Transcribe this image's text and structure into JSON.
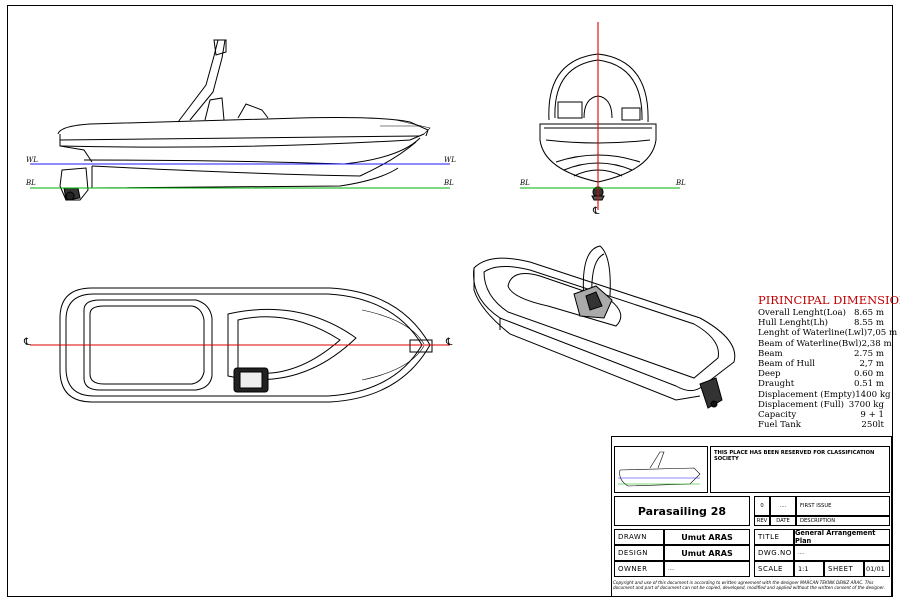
{
  "drawing": {
    "side_view": {
      "wl_left": "WL",
      "wl_right": "WL",
      "bl_left": "BL",
      "bl_right": "BL"
    },
    "front_view": {
      "bl_left": "BL",
      "bl_right": "BL",
      "centerline": "℄"
    },
    "top_view": {
      "centerline_left": "℄",
      "centerline_right": "℄"
    }
  },
  "dimensions": {
    "title": "PIRINCIPAL DIMENSIONS",
    "rows": [
      {
        "label": "Overall Lenght(Loa)",
        "value": "8.65 m"
      },
      {
        "label": "Hull Lenght(Lh)",
        "value": "8.55 m"
      },
      {
        "label": "Lenght of Waterline(Lwl)",
        "value": "7,05 m"
      },
      {
        "label": "Beam of Waterline(Bwl)",
        "value": "2,38 m"
      },
      {
        "label": "Beam",
        "value": "2.75 m"
      },
      {
        "label": "Beam of Hull",
        "value": "2,7 m"
      },
      {
        "label": "Deep",
        "value": "0.60 m"
      },
      {
        "label": "Draught",
        "value": "0.51 m"
      },
      {
        "label": "Displacement (Empty)",
        "value": "1400 kg"
      },
      {
        "label": "Displacement (Full)",
        "value": "3700 kg"
      },
      {
        "label": "Capacity",
        "value": "9 + 1"
      },
      {
        "label": "Fuel Tank",
        "value": "250lt"
      }
    ]
  },
  "title_block": {
    "reserved_note": "THIS PLACE HAS BEEN RESERVED FOR CLASSIFICATION SOCIETY",
    "project_name": "Parasailing 28",
    "rev_number": "0",
    "rev_date": "....",
    "rev_description": "FIRST ISSUE",
    "rev_label": "REV",
    "date_label": "DATE",
    "description_label": "DESCRIPTION",
    "drawn_label": "DRAWN",
    "drawn_value": "Umut ARAS",
    "design_label": "DESIGN",
    "design_value": "Umut ARAS",
    "owner_label": "OWNER",
    "owner_value": "....",
    "title_label": "TITLE",
    "title_value": "General Arrangement Plan",
    "dwg_label": "DWG.NO",
    "dwg_value": "....",
    "scale_label": "SCALE",
    "scale_value": "1:1",
    "sheet_label": "SHEET",
    "sheet_value": "01/01",
    "copyright": "Copyright and use of this document is according to written agreement with the designer MARCAN TEKNIK DENIZ ARAC. This document and part of document can not be copied, developed, modified and applied without the written consent of the designer."
  },
  "colors": {
    "waterline": "#1a1aff",
    "baseline": "#00b000",
    "centerline": "#e00000",
    "title_red": "#c00000"
  }
}
